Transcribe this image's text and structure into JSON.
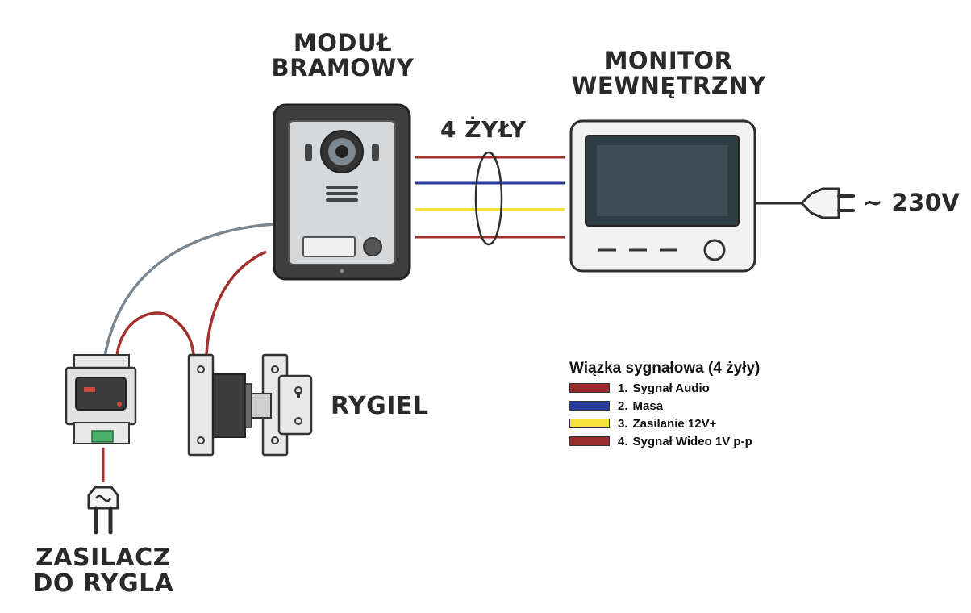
{
  "labels": {
    "gate_module": [
      "MODUŁ",
      "BRAMOWY"
    ],
    "monitor": [
      "MONITOR",
      "WEWNĘTRZNY"
    ],
    "wires": "4 ŻYŁY",
    "mains": "~ 230V",
    "lock": "RYGIEL",
    "psu": [
      "ZASILACZ",
      "DO RYGLA"
    ]
  },
  "legend": {
    "title": "Wiązka sygnałowa (4 żyły)",
    "items": [
      {
        "num": "1.",
        "text": "Sygnał Audio",
        "color": "#9b2c2c"
      },
      {
        "num": "2.",
        "text": "Masa",
        "color": "#2b3a9e"
      },
      {
        "num": "3.",
        "text": "Zasilanie 12V+",
        "color": "#f2e23a"
      },
      {
        "num": "4.",
        "text": "Sygnał Wideo 1V p-p",
        "color": "#9b2c2c"
      }
    ]
  },
  "colors": {
    "wire_red": "#a3312e",
    "wire_blue": "#2b3a9e",
    "wire_yellow": "#f2e23a",
    "wire_gray": "#7a8790",
    "outline": "#2e2e2e"
  }
}
